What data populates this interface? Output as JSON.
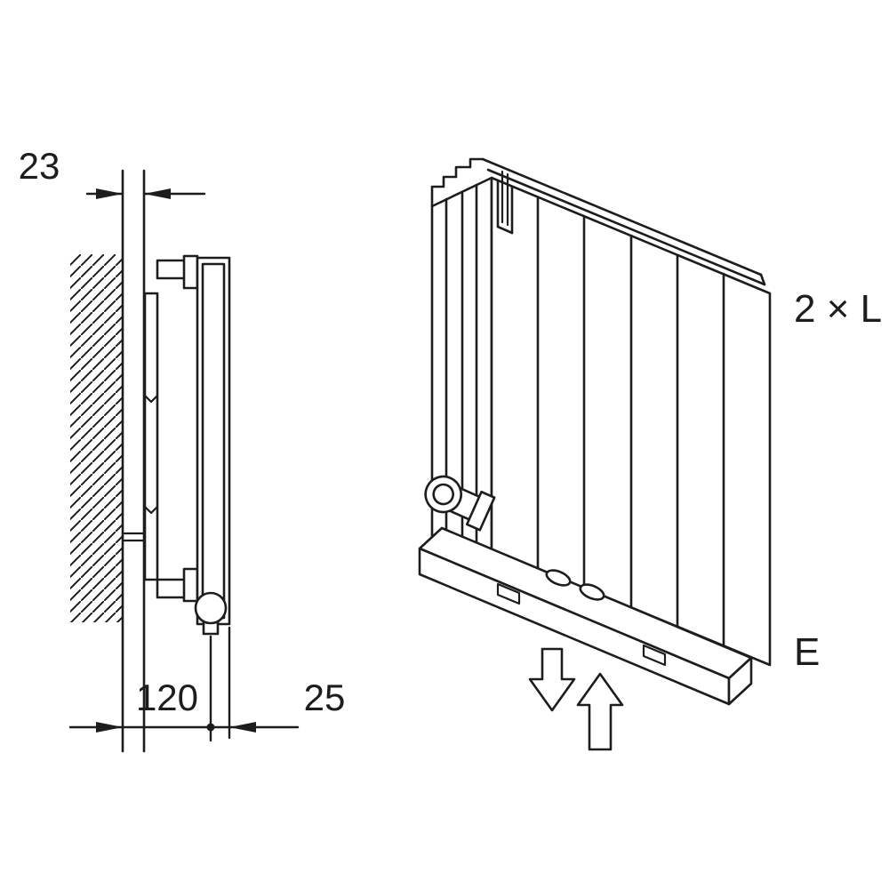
{
  "colors": {
    "background": "#ffffff",
    "line": "#1d1d1b"
  },
  "side_view": {
    "dim_top": "23",
    "dim_bottom_left": "120",
    "dim_bottom_right": "25"
  },
  "iso_view": {
    "label_brackets": "2 × L",
    "label_connection": "E"
  }
}
